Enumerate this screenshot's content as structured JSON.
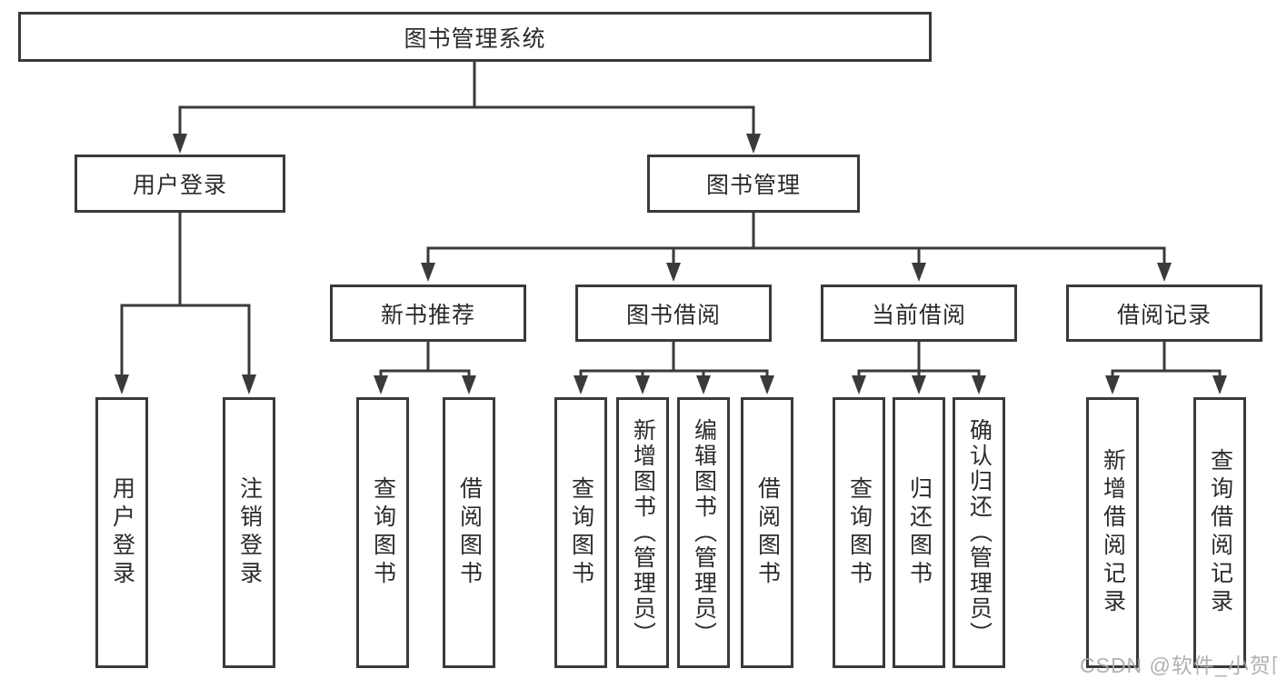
{
  "diagram": {
    "root": {
      "label": "图书管理系统"
    },
    "level2": {
      "user_login": {
        "label": "用户登录"
      },
      "book_management": {
        "label": "图书管理"
      }
    },
    "level3": {
      "new_book_recommend": {
        "label": "新书推荐"
      },
      "book_borrowing": {
        "label": "图书借阅"
      },
      "current_borrowing": {
        "label": "当前借阅"
      },
      "borrowing_records": {
        "label": "借阅记录"
      }
    },
    "leaves": {
      "user_login": {
        "label": "用户登录"
      },
      "logout": {
        "label": "注销登录"
      },
      "nbr_query_books": {
        "label": "查询图书"
      },
      "nbr_borrow_books": {
        "label": "借阅图书"
      },
      "bb_query_books": {
        "label": "查询图书"
      },
      "bb_add_books_admin": {
        "label": "新增图书（管理员）"
      },
      "bb_edit_books_admin": {
        "label": "编辑图书（管理员）"
      },
      "bb_borrow_books": {
        "label": "借阅图书"
      },
      "cb_query_books": {
        "label": "查询图书"
      },
      "cb_return_books": {
        "label": "归还图书"
      },
      "cb_confirm_return_admin": {
        "label": "确认归还（管理员）"
      },
      "br_add_record": {
        "label": "新增借阅记录"
      },
      "br_query_record": {
        "label": "查询借阅记录"
      }
    },
    "colors": {
      "line": "#3a3a3a",
      "text": "#2b2b2b",
      "background": "#ffffff"
    }
  },
  "watermark": {
    "text": "CSDN @软件_小贺同学",
    "color": "#a8a8a8"
  }
}
